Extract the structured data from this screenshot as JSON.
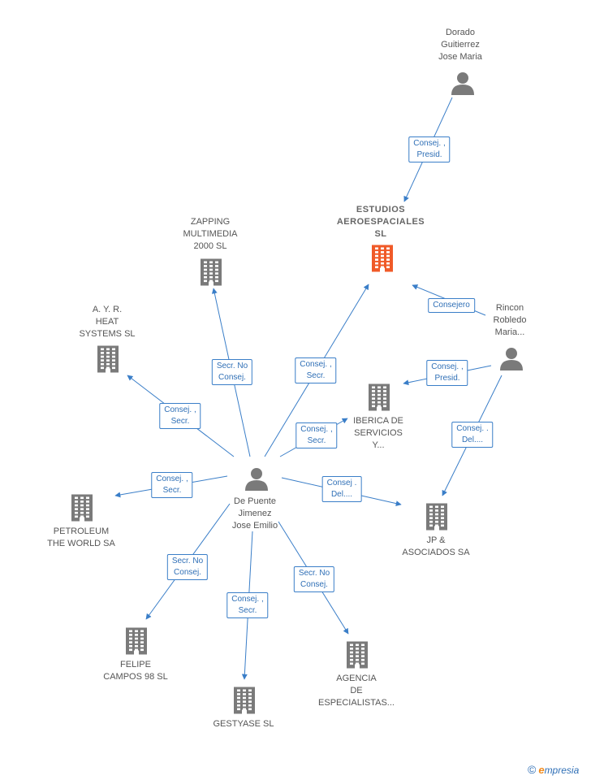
{
  "colors": {
    "edge": "#3a7ec8",
    "company": "#7a7a7a",
    "main_company": "#f05a28",
    "person": "#7a7a7a"
  },
  "nodes": [
    {
      "id": "dorado",
      "type": "person",
      "label": "Dorado\nGuitierrez\nJose Maria"
    },
    {
      "id": "estudios",
      "type": "company-main",
      "label": "ESTUDIOS\nAEROESPACIALES\nSL"
    },
    {
      "id": "zapping",
      "type": "company",
      "label": "ZAPPING\nMULTIMEDIA\n2000  SL"
    },
    {
      "id": "ayr",
      "type": "company",
      "label": "A.  Y. R.\nHEAT\nSYSTEMS  SL"
    },
    {
      "id": "rincon",
      "type": "person",
      "label": "Rincon\nRobledo\nMaria..."
    },
    {
      "id": "iberica",
      "type": "company",
      "label": "IBERICA DE\nSERVICIOS\nY..."
    },
    {
      "id": "petroleum",
      "type": "company",
      "label": "PETROLEUM\nTHE WORLD SA"
    },
    {
      "id": "depuente",
      "type": "person",
      "label": "De Puente\nJimenez\nJose Emilio"
    },
    {
      "id": "jp",
      "type": "company",
      "label": "JP &\nASOCIADOS SA"
    },
    {
      "id": "felipe",
      "type": "company",
      "label": "FELIPE\nCAMPOS 98  SL"
    },
    {
      "id": "agencia",
      "type": "company",
      "label": "AGENCIA\nDE\nESPECIALISTAS..."
    },
    {
      "id": "gestyase",
      "type": "company",
      "label": "GESTYASE  SL"
    }
  ],
  "edges": [
    {
      "from": "dorado",
      "to": "estudios",
      "label": "Consej. ,\nPresid."
    },
    {
      "from": "rincon",
      "to": "estudios",
      "label": "Consejero"
    },
    {
      "from": "rincon",
      "to": "iberica",
      "label": "Consej. ,\nPresid."
    },
    {
      "from": "rincon",
      "to": "jp",
      "label": "Consej. .\nDel...."
    },
    {
      "from": "depuente",
      "to": "estudios",
      "label": "Consej. ,\nSecr."
    },
    {
      "from": "depuente",
      "to": "zapping",
      "label": "Secr.  No\nConsej."
    },
    {
      "from": "depuente",
      "to": "ayr",
      "label": "Consej. ,\nSecr."
    },
    {
      "from": "depuente",
      "to": "iberica",
      "label": "Consej. ,\nSecr."
    },
    {
      "from": "depuente",
      "to": "petroleum",
      "label": "Consej. ,\nSecr."
    },
    {
      "from": "depuente",
      "to": "jp",
      "label": "Consej .\nDel...."
    },
    {
      "from": "depuente",
      "to": "felipe",
      "label": "Secr.  No\nConsej."
    },
    {
      "from": "depuente",
      "to": "gestyase",
      "label": "Consej. ,\nSecr."
    },
    {
      "from": "depuente",
      "to": "agencia",
      "label": "Secr.  No\nConsej."
    }
  ],
  "brand": {
    "copyright": "©",
    "initial": "e",
    "rest": "mpresia"
  }
}
